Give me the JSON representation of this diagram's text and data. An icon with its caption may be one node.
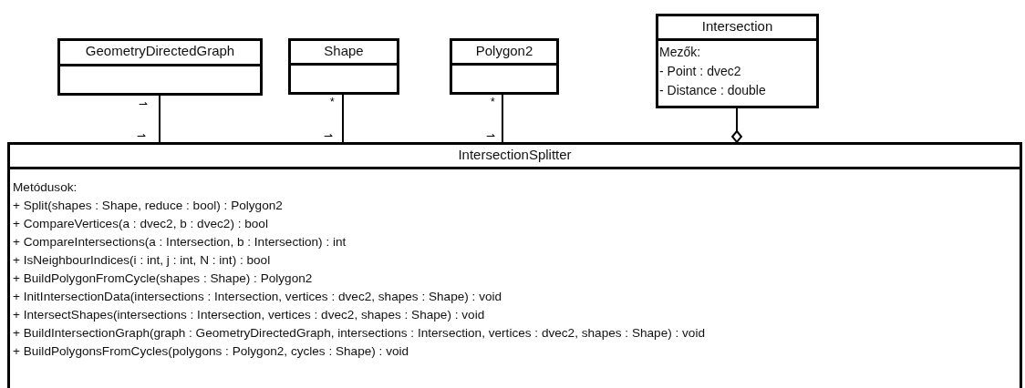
{
  "diagram": {
    "nodes": [
      {
        "text": [
          "GeometryDirectedGraph"
        ]
      },
      {
        "text": [
          "Shape"
        ]
      },
      {
        "text": [
          "Polygon2"
        ]
      },
      {
        "text": [
          "Intersection",
          "Mezők:",
          "- Point : dvec2",
          "- Distance : double"
        ]
      },
      {
        "text": [
          "IntersectionSplitter",
          "Metódusok:",
          "+ Split(shapes : Shape, reduce : bool) : Polygon2",
          "+ CompareVertices(a : dvec2, b : dvec2) : bool",
          "+ CompareIntersections(a : Intersection, b : Intersection) : int",
          "+ IsNeighbourIndices(i : int, j : int, N : int) : bool",
          "+ BuildPolygonFromCycle(shapes : Shape) : Polygon2",
          "+ InitIntersectionData(intersections : Intersection, vertices : dvec2, shapes : Shape) : void",
          "+ IntersectShapes(intersections : Intersection, vertices : dvec2, shapes : Shape) : void",
          "+ BuildIntersectionGraph(graph : GeometryDirectedGraph, intersections : Intersection, vertices : dvec2, shapes : Shape) : void",
          "+ BuildPolygonsFromCycles(polygons : Polygon2, cycles : Shape) : void"
        ]
      }
    ],
    "edges": [
      {
        "from": 0,
        "to": 4,
        "arrow": "none"
      },
      {
        "from": 1,
        "to": 4,
        "arrow": "none"
      },
      {
        "from": 2,
        "to": 4,
        "arrow": "none"
      },
      {
        "from": 3,
        "to": 4,
        "arrow": "other"
      }
    ],
    "labels": [
      "⇀",
      "⇀",
      "*",
      "⇀",
      "*",
      "⇀"
    ]
  }
}
